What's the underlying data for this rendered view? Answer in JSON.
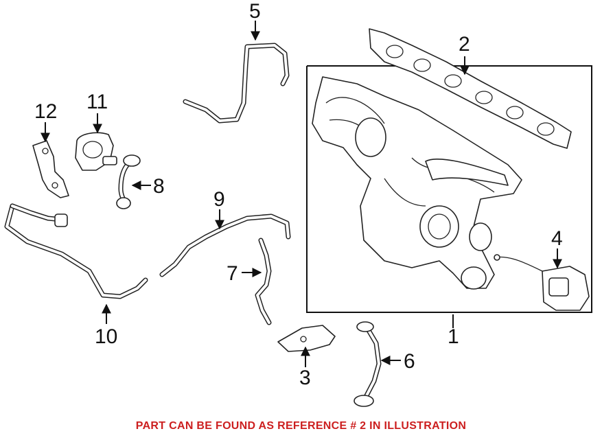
{
  "callouts": {
    "c1": "1",
    "c2": "2",
    "c3": "3",
    "c4": "4",
    "c5": "5",
    "c6": "6",
    "c7": "7",
    "c8": "8",
    "c9": "9",
    "c10": "10",
    "c11": "11",
    "c12": "12"
  },
  "footer": {
    "note": "PART CAN BE FOUND AS REFERENCE # 2 IN ILLUSTRATION",
    "color": "#cc1f1f"
  }
}
